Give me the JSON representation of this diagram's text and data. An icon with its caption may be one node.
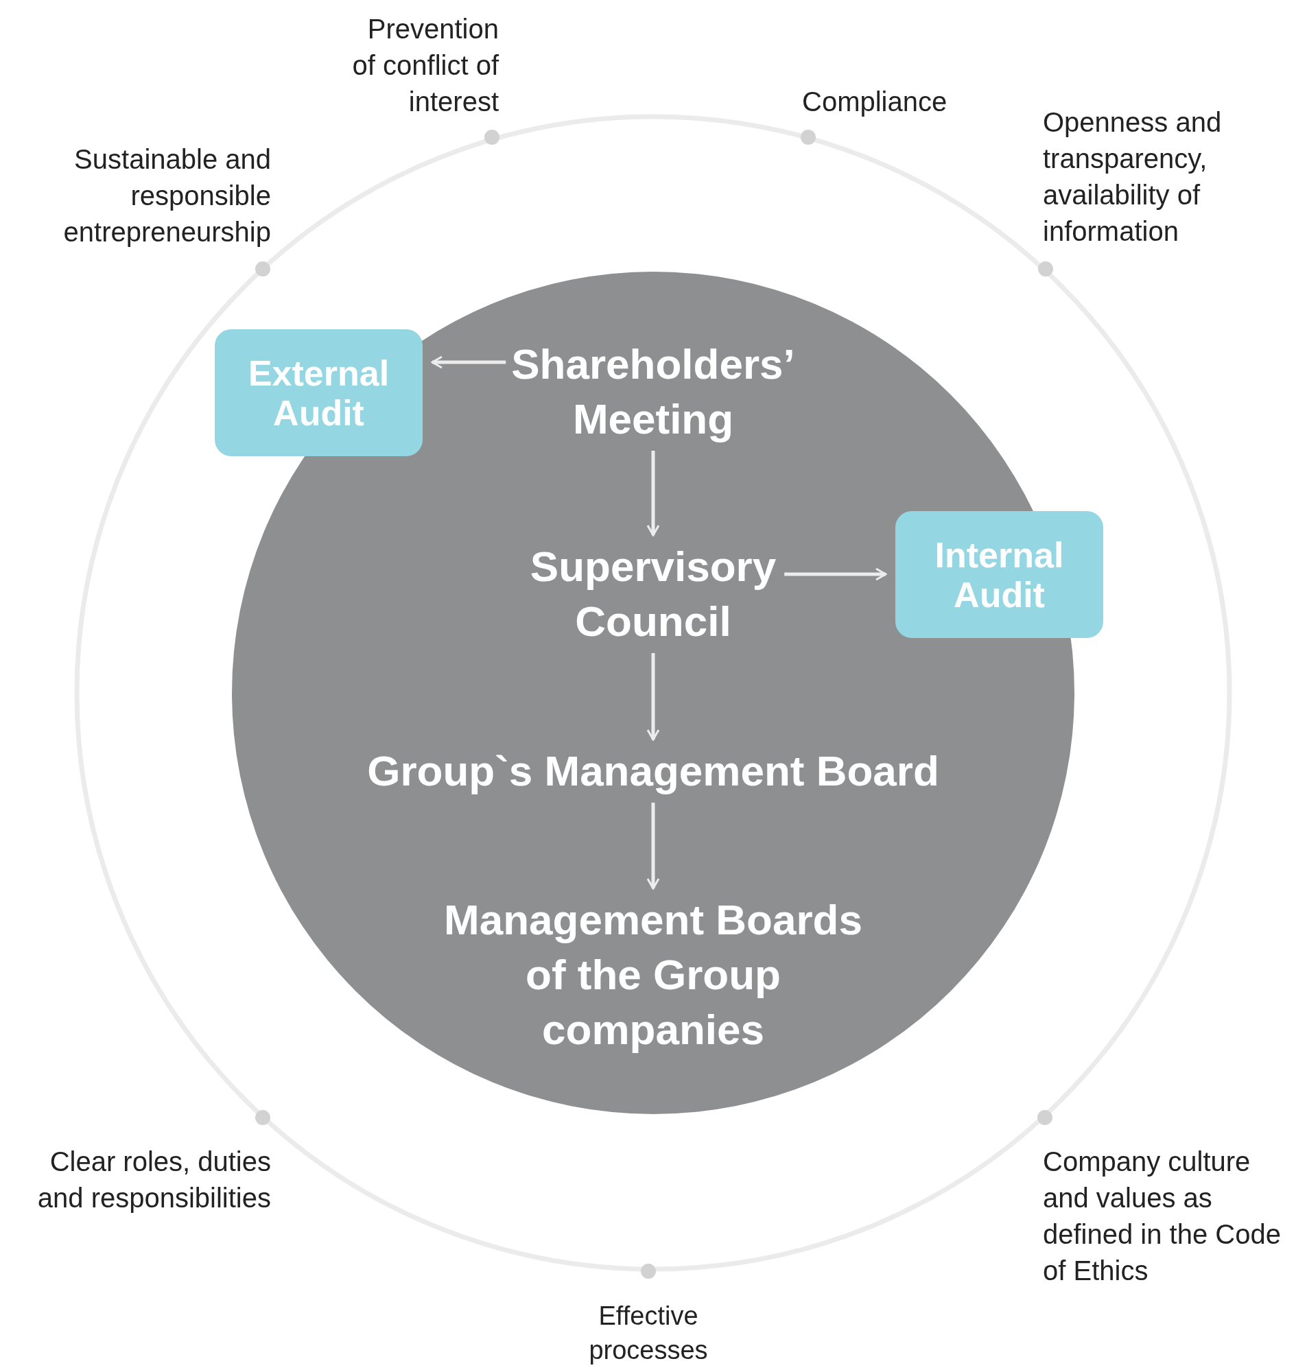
{
  "diagram": {
    "nodes": [
      {
        "text": [],
        "shape": "circle"
      },
      {
        "text": [
          "Shareholders’ Meeting"
        ],
        "in": 0
      },
      {
        "text": [
          "External Audit"
        ]
      },
      {
        "text": [
          "Supervisory Council"
        ],
        "in": 0
      },
      {
        "text": [
          "Internal Audit"
        ]
      },
      {
        "text": [
          "Group`s Management Board"
        ],
        "in": 0
      },
      {
        "text": [
          "Management Boards of the Group companies"
        ],
        "in": 0
      }
    ],
    "edges": [
      {
        "from": 1,
        "to": 2,
        "arrow": "to"
      },
      {
        "from": 1,
        "to": 3,
        "arrow": "to"
      },
      {
        "from": 3,
        "to": 4,
        "arrow": "to"
      },
      {
        "from": 3,
        "to": 5,
        "arrow": "to"
      },
      {
        "from": 5,
        "to": 6,
        "arrow": "to"
      }
    ],
    "labels": [
      "Prevention of conflict of interest",
      "Compliance",
      "Sustainable and responsible entrepreneurship",
      "Openness and transparency, availability of information",
      "Clear roles, duties and responsibilities",
      "Company culture and values as defined in the Code of Ethics",
      "Effective processes"
    ]
  }
}
